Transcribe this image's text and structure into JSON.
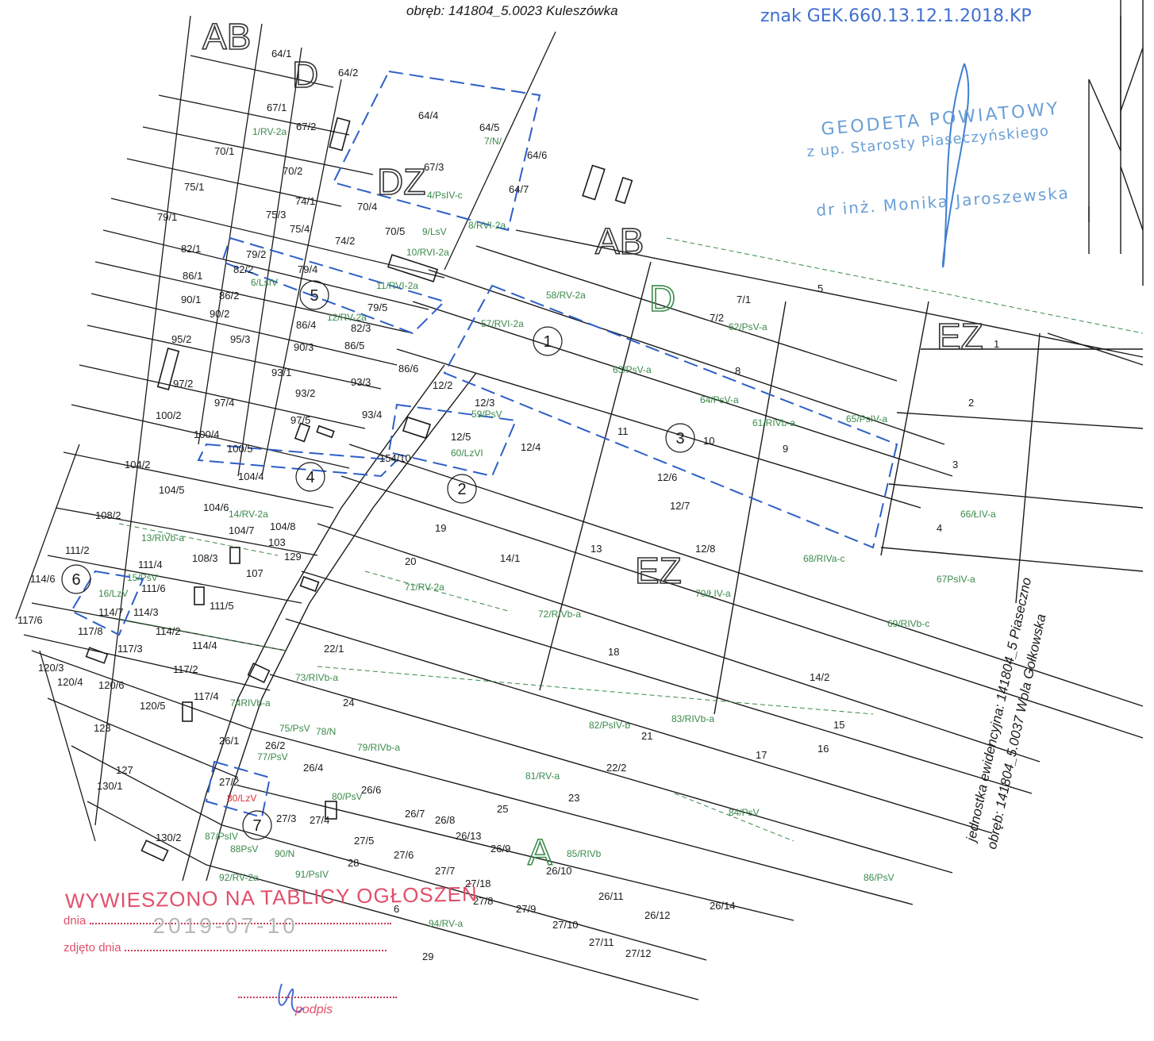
{
  "header": {
    "obreb": "obręb: 141804_5.0023 Kuleszówka",
    "znak": "znak GEK.660.13.12.1.2018.KP"
  },
  "stamp": {
    "line1": "GEODETA POWIATOWY",
    "line2": "z up. Starosty Piaseczyńskiego",
    "line3": "dr inż. Monika Jaroszewska"
  },
  "side_text": {
    "line1": "jednostka ewidencyjna: 141804_5 Piaseczno",
    "line2": "obręb: 141804_5.0037 Wola Gołkowska"
  },
  "notice": {
    "title": "WYWIESZONO NA TABLICY OGŁOSZEŃ",
    "dnia_label": "dnia",
    "dnia_value": "2019-07-10",
    "zdjeto_label": "zdjęto dnia",
    "podpis": "podpis"
  },
  "zones": [
    {
      "label": "AB",
      "id": "ab-north"
    },
    {
      "label": "D",
      "id": "d-north"
    },
    {
      "label": "DZ",
      "id": "dz"
    },
    {
      "label": "AB",
      "id": "ab-middle"
    },
    {
      "label": "D",
      "id": "d-middle"
    },
    {
      "label": "EZ",
      "id": "ez-east"
    },
    {
      "label": "EZ",
      "id": "ez-central"
    },
    {
      "label": "A",
      "id": "a-south"
    }
  ],
  "markers": [
    "1",
    "2",
    "3",
    "4",
    "5",
    "6",
    "7"
  ],
  "parcels": [
    "64/1",
    "64/2",
    "64/4",
    "64/5",
    "64/6",
    "64/7",
    "67/1",
    "67/2",
    "67/3",
    "70/1",
    "70/2",
    "70/4",
    "70/5",
    "75/1",
    "75/3",
    "75/4",
    "74/1",
    "74/2",
    "79/1",
    "79/2",
    "79/4",
    "79/5",
    "82/1",
    "82/2",
    "82/3",
    "86/1",
    "86/2",
    "86/4",
    "86/5",
    "86/6",
    "90/1",
    "90/2",
    "90/3",
    "93/1",
    "93/2",
    "93/3",
    "93/4",
    "95/2",
    "95/3",
    "97/2",
    "97/4",
    "97/5",
    "100/2",
    "100/4",
    "100/5",
    "104/2",
    "104/4",
    "104/5",
    "104/6",
    "104/7",
    "104/8",
    "103",
    "108/2",
    "108/3",
    "107",
    "111/2",
    "111/4",
    "111/5",
    "111/6",
    "114/6",
    "114/7",
    "114/3",
    "114/2",
    "114/4",
    "117/6",
    "117/8",
    "117/3",
    "117/2",
    "117/4",
    "120/3",
    "120/4",
    "120/6",
    "120/5",
    "123",
    "127",
    "130/1",
    "130/2",
    "129",
    "154/10",
    "12/2",
    "12/3",
    "12/4",
    "12/5",
    "12/6",
    "12/7",
    "12/8",
    "11",
    "10",
    "9",
    "8",
    "7/1",
    "7/2",
    "5",
    "1",
    "2",
    "3",
    "4",
    "13",
    "14/1",
    "14/2",
    "15",
    "16",
    "17",
    "18",
    "19",
    "20",
    "21",
    "22/1",
    "22/2",
    "23",
    "24",
    "25",
    "26/1",
    "26/2",
    "26/4",
    "26/6",
    "26/7",
    "26/8",
    "26/9",
    "26/10",
    "26/11",
    "26/12",
    "26/13",
    "26/14",
    "27/2",
    "27/3",
    "27/4",
    "27/5",
    "27/6",
    "27/7",
    "27/8",
    "27/9",
    "27/10",
    "27/11",
    "27/12",
    "27/18",
    "28",
    "29",
    "6"
  ],
  "soil_labels": [
    "1/RV-2a",
    "4/PsIV-c",
    "7/N/",
    "8/RVI-2a",
    "9/LsV",
    "10/RVI-2a",
    "11/RVI-2a",
    "6/LsIV",
    "12/RV-2a",
    "13/RIVb-a",
    "14/RV-2a",
    "15/PsV",
    "16/LzV",
    "57/RVI-2a",
    "58/RV-2a",
    "59/PsV",
    "60/LzVI",
    "61/RIVb-a",
    "62/PsV-a",
    "63/PsV-a",
    "64/PsV-a",
    "65/PsIV-a",
    "66/ŁIV-a",
    "67PsIV-a",
    "68/RIVa-c",
    "69/RIVb-c",
    "70/ŁIV-a",
    "71/RV-2a",
    "72/RIVb-a",
    "73/RIVb-a",
    "74RIVb-a",
    "75/PsV",
    "77/PsV",
    "78/N",
    "79/RIVb-a",
    "80/LzV",
    "80/PsV",
    "81/RV-a",
    "82/PsIV-b",
    "83/RIVb-a",
    "84/PsV",
    "85/RIVb",
    "86/PsV",
    "87/PsIV",
    "88PsV",
    "90/N",
    "91/PsIV",
    "92/RV-2a",
    "94/RV-a"
  ],
  "colors": {
    "line": "#1a1a1a",
    "soil": "#3a8a4a",
    "boundary_blue": "#2e5fc7",
    "red": "#e0303a",
    "stamp_blue": "#6a9fd6"
  }
}
